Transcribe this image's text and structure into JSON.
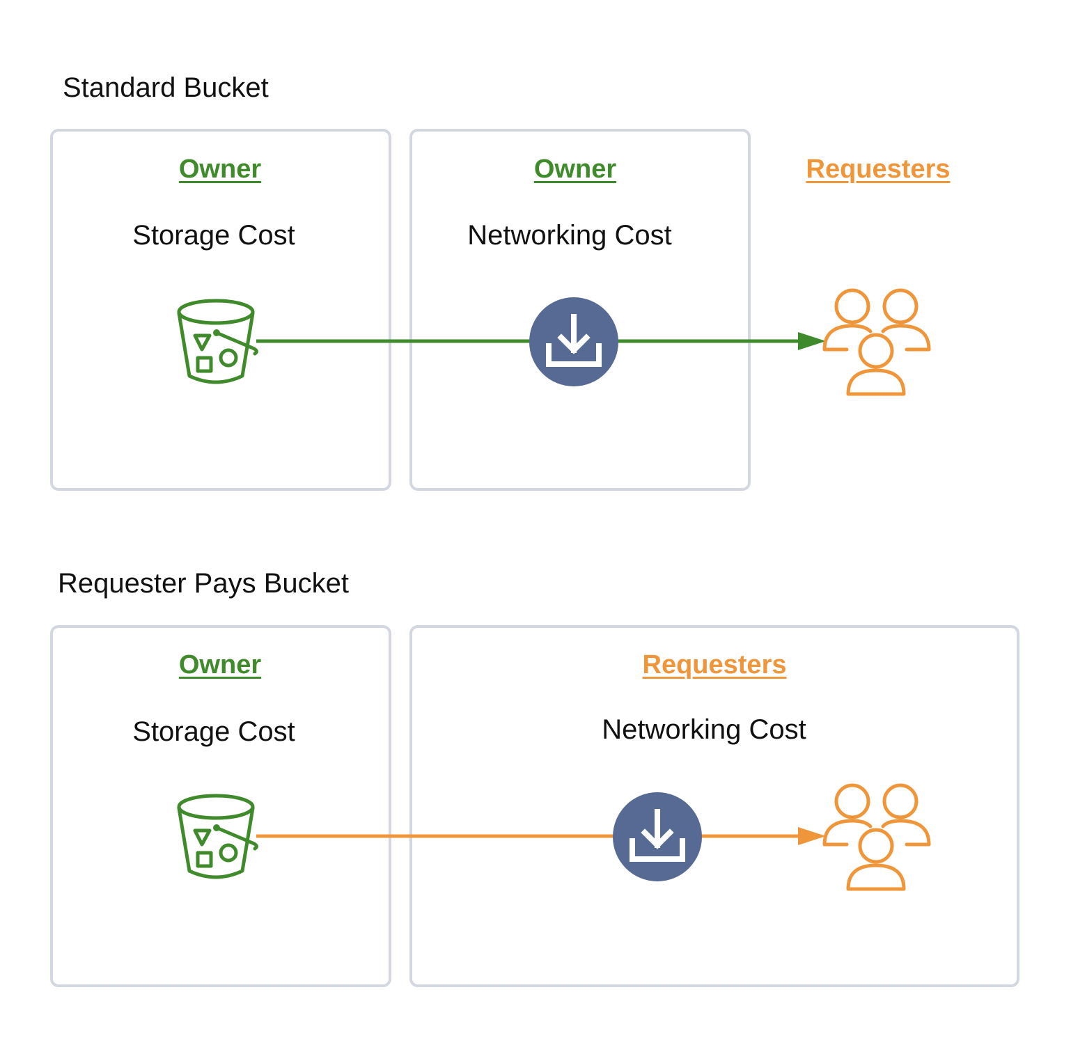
{
  "colors": {
    "owner": "#3f8a2a",
    "requester": "#f0963a",
    "download_circle": "#566a94",
    "box_border": "#d2d7e0"
  },
  "standard": {
    "title": "Standard Bucket",
    "storage_box": {
      "role": "Owner",
      "cost": "Storage Cost"
    },
    "network_box": {
      "role": "Owner",
      "cost": "Networking Cost"
    },
    "requesters_label": "Requesters"
  },
  "requester_pays": {
    "title": "Requester Pays Bucket",
    "storage_box": {
      "role": "Owner",
      "cost": "Storage Cost"
    },
    "network_box": {
      "role": "Requesters",
      "cost": "Networking Cost"
    }
  },
  "icons": {
    "bucket": "s3-bucket-icon",
    "download": "download-icon",
    "users": "users-group-icon"
  }
}
